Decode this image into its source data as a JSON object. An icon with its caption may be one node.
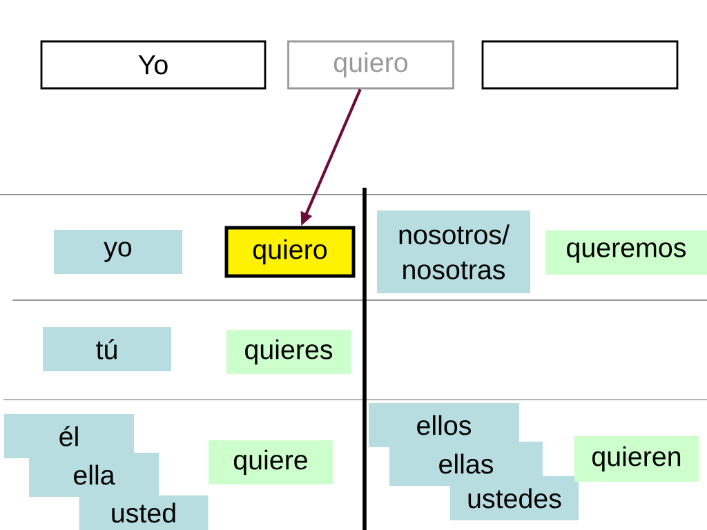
{
  "diagram": {
    "nodes": [
      {
        "text": [
          "Yo"
        ]
      },
      {
        "text": [
          "quiero"
        ]
      },
      {
        "text": [],
        "shape": "box"
      },
      {
        "text": [
          "yo"
        ]
      },
      {
        "text": [
          "quiero"
        ]
      },
      {
        "text": [
          "nosotros/ nosotras"
        ]
      },
      {
        "text": [
          "queremos"
        ]
      },
      {
        "text": [
          "tú"
        ]
      },
      {
        "text": [
          "quieres"
        ]
      },
      {
        "text": [
          "él"
        ]
      },
      {
        "text": [
          "ella"
        ]
      },
      {
        "text": [
          "usted"
        ]
      },
      {
        "text": [
          "quiere"
        ]
      },
      {
        "text": [
          "ellos"
        ]
      },
      {
        "text": [
          "ellas"
        ]
      },
      {
        "text": [
          "ustedes"
        ]
      },
      {
        "text": [
          "quieren"
        ]
      }
    ],
    "edges": [
      {
        "from": 1,
        "to": 4,
        "arrow": "to",
        "color": "#6b0d3b"
      }
    ]
  }
}
